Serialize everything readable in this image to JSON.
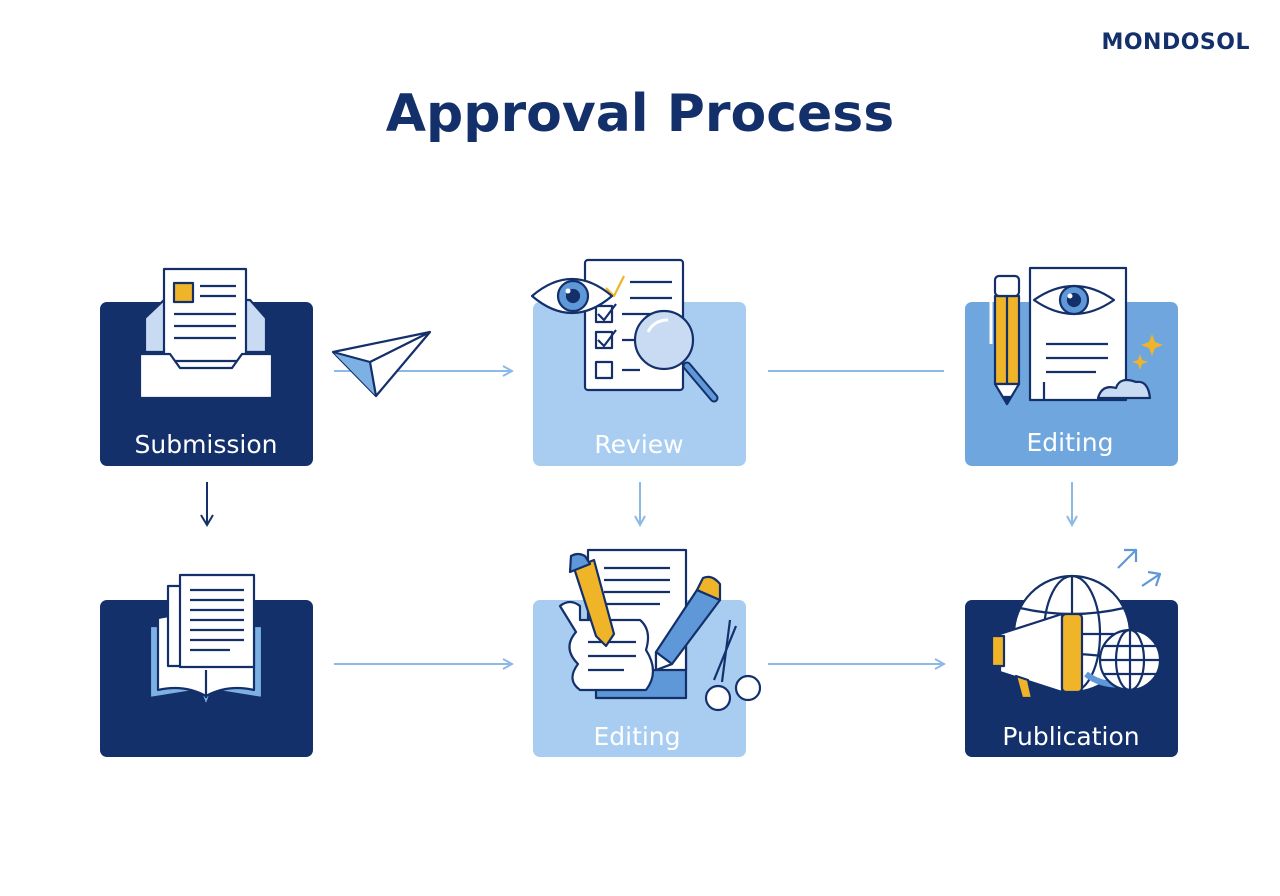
{
  "brand": "MONDOSOL",
  "title": "Approval Process",
  "colors": {
    "navy": "#14306b",
    "light_blue": "#7eb1e3",
    "mid_blue": "#5f98d8",
    "accent_yellow": "#f0b429",
    "arrow": "#8db9e6"
  },
  "steps": [
    {
      "id": "submission",
      "label": "Submission",
      "icon": "inbox-document-icon"
    },
    {
      "id": "review",
      "label": "Review",
      "icon": "review-checklist-icon"
    },
    {
      "id": "editing-top",
      "label": "Editing",
      "icon": "pencil-document-eye-icon"
    },
    {
      "id": "document",
      "label": "",
      "icon": "open-book-document-icon"
    },
    {
      "id": "editing-bottom",
      "label": "Editing",
      "icon": "pencil-scissors-scroll-icon"
    },
    {
      "id": "publication",
      "label": "Publication",
      "icon": "megaphone-globe-icon"
    }
  ]
}
